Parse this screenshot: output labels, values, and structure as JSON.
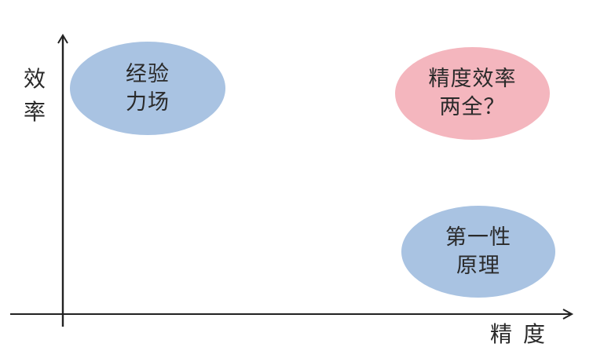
{
  "diagram": {
    "y_axis_label": [
      "效",
      "率"
    ],
    "x_axis_label": "精度",
    "colors": {
      "blue": "#A9C3E2",
      "pink": "#F4B6BE",
      "axis": "#222222"
    },
    "regions": [
      {
        "name": "empirical-force-field",
        "lines": [
          "经验",
          "力场"
        ],
        "color": "#A9C3E2",
        "position": "high efficiency, low accuracy"
      },
      {
        "name": "both-question",
        "lines": [
          "精度效率",
          "两全？"
        ],
        "color": "#F4B6BE",
        "position": "high efficiency, high accuracy"
      },
      {
        "name": "first-principles",
        "lines": [
          "第一性",
          "原理"
        ],
        "color": "#A9C3E2",
        "position": "low efficiency, high accuracy"
      }
    ]
  }
}
